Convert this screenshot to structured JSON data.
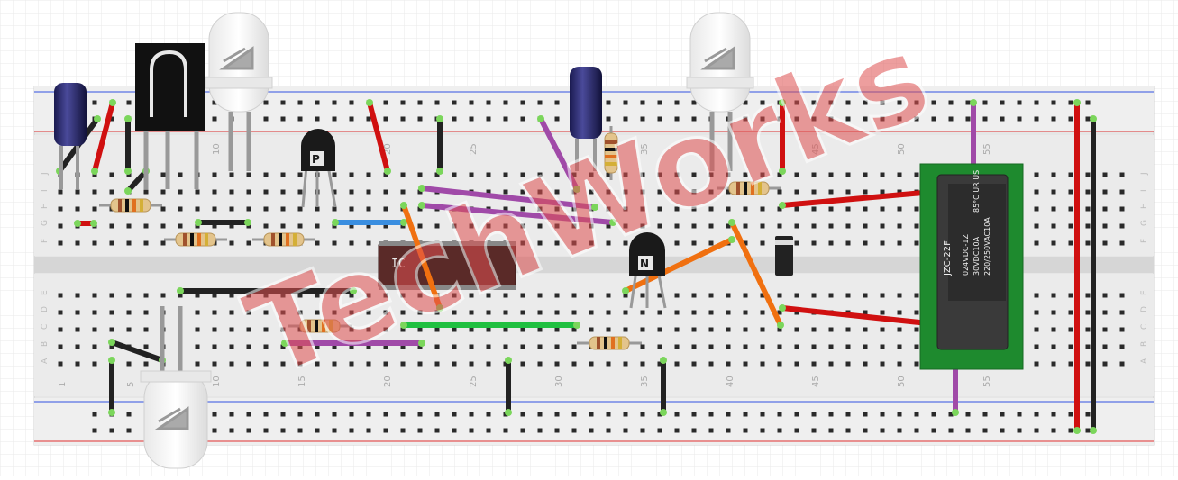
{
  "watermark": {
    "text": "TechWorks",
    "color": "#e05050"
  },
  "breadboard": {
    "column_numbers": [
      "1",
      "5",
      "10",
      "15",
      "20",
      "25",
      "30",
      "35",
      "40",
      "45",
      "50",
      "55"
    ],
    "top_row_letters": [
      "J",
      "I",
      "H",
      "G",
      "F"
    ],
    "bottom_row_letters": [
      "E",
      "D",
      "C",
      "B",
      "A"
    ],
    "rail_positive_color": "#e03030",
    "rail_negative_color": "#3050e0"
  },
  "ic": {
    "label": "IC"
  },
  "transistors": [
    {
      "id": "q1",
      "label": "P"
    },
    {
      "id": "q2",
      "label": "N"
    }
  ],
  "relay": {
    "model": "JZC-22F",
    "spec_line1": "024VDC-1Z",
    "spec_line2": "30VDC10A",
    "spec_line3": "220/250VAC10A",
    "cert": "85°C  UR US"
  },
  "wire_colors": {
    "red": "#d01010",
    "black": "#222222",
    "purple": "#a04aa8",
    "green": "#20c040",
    "blue": "#3a8ee0",
    "orange": "#f07010"
  }
}
